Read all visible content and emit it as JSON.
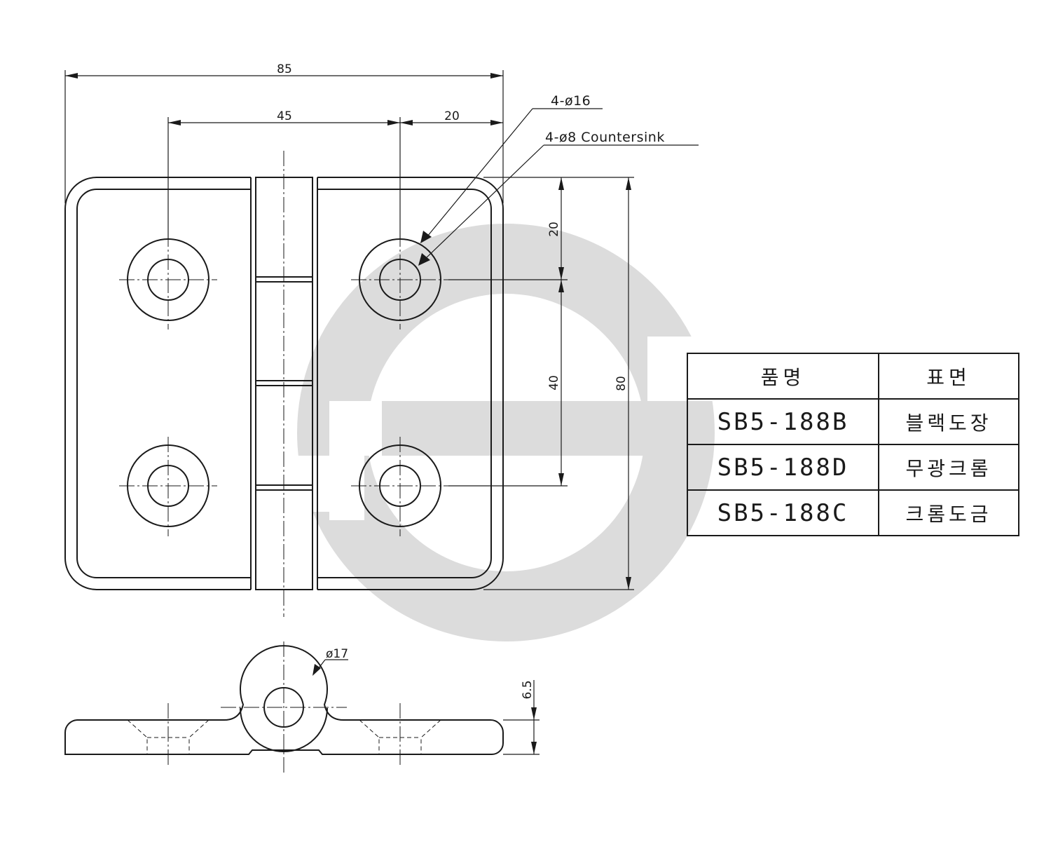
{
  "dimensions": {
    "overall_width": "85",
    "hole_spacing_x": "45",
    "edge_to_hole": "20",
    "edge_to_hole_y": "20",
    "hole_spacing_y": "40",
    "overall_height": "80",
    "knuckle_diameter": "ø17",
    "thickness": "6.5"
  },
  "notes": {
    "outer_hole": "4-ø16",
    "countersink": "4-ø8 Countersink"
  },
  "table": {
    "headers": [
      "품명",
      "표면"
    ],
    "rows": [
      {
        "code": "SB5-188B",
        "surface": "블랙도장"
      },
      {
        "code": "SB5-188D",
        "surface": "무광크롬"
      },
      {
        "code": "SB5-188C",
        "surface": "크롬도금"
      }
    ]
  },
  "colors": {
    "line": "#1a1a1a",
    "watermark": "#dcdcdc"
  }
}
